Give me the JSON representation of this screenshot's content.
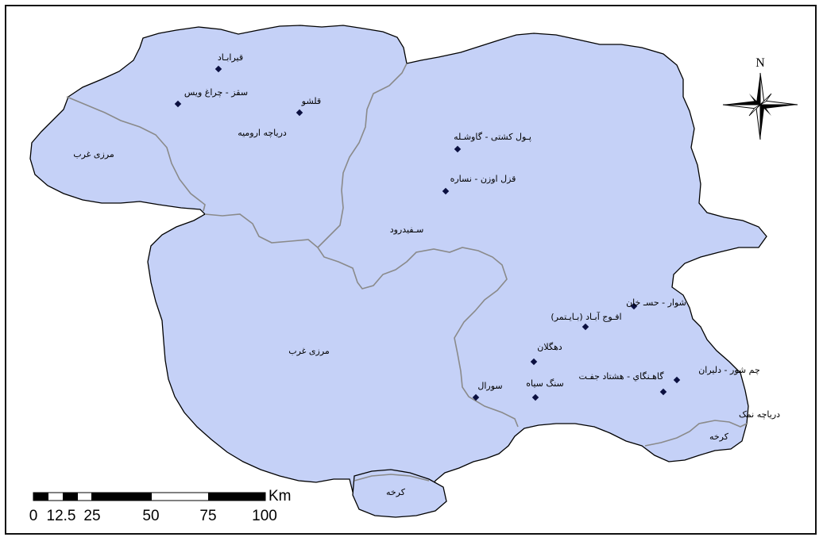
{
  "map": {
    "colors": {
      "land": "#c5d1f7",
      "boundary": "#000000",
      "subbasin_boundary": "#8a8a8a",
      "station_marker": "#0b1040"
    },
    "north_arrow": {
      "letter": "N",
      "icon": "compass-rose-icon"
    },
    "basin_labels": [
      {
        "id": "urmia-lake",
        "text": "دریاچه ارومیه"
      },
      {
        "id": "western-border-nw",
        "text": "مرزی غرب"
      },
      {
        "id": "sefidrud",
        "text": "سـفیدرود"
      },
      {
        "id": "western-border-sw",
        "text": "مرزی غرب"
      },
      {
        "id": "namak-lake",
        "text": "دریاچه نمک"
      },
      {
        "id": "karkheh-east",
        "text": "کرخه"
      },
      {
        "id": "karkheh-south",
        "text": "کرخه"
      }
    ],
    "stations": [
      {
        "id": "ghorveh-abad",
        "text": "قیرابـاد"
      },
      {
        "id": "saqqez",
        "text": "سقز - چراغ ویس"
      },
      {
        "id": "ghaleshur",
        "text": "قلشو"
      },
      {
        "id": "pool-koshti",
        "text": "پـول کشتی - گاوشـله"
      },
      {
        "id": "ghezel-ozan",
        "text": "قزل اوزن - نساره"
      },
      {
        "id": "shavar",
        "text": "شوار - حسـ خان"
      },
      {
        "id": "aghaj-abad",
        "text": "(افـوج آبـاد (بـایـتمر"
      },
      {
        "id": "dehgolan",
        "text": "دهگلان"
      },
      {
        "id": "sural",
        "text": "سورال"
      },
      {
        "id": "sang-siah",
        "text": "سنگ سیاه"
      },
      {
        "id": "hashtad-joft",
        "text": "گاهـنگاي - هشتاد جفـت"
      },
      {
        "id": "cham-shur",
        "text": "چم شور - دلیران"
      }
    ],
    "scale_bar": {
      "unit": "Km",
      "ticks": [
        "0",
        "12.5",
        "25",
        "50",
        "75",
        "100"
      ]
    }
  }
}
